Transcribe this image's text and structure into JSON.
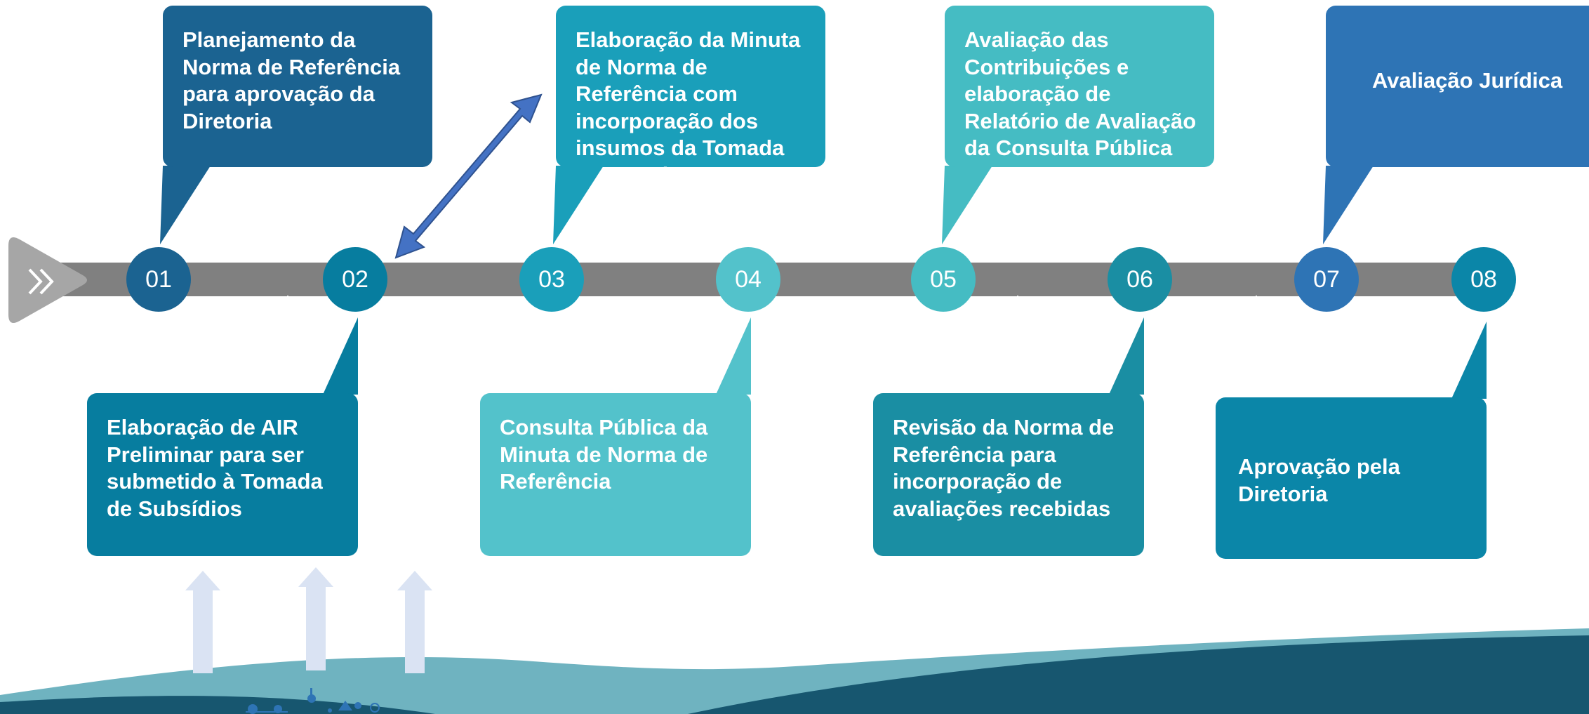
{
  "colors": {
    "timeline_bar": "#808080",
    "start_arrow": "#a6a6a6",
    "step_01": "#1b6391",
    "step_02": "#077d9f",
    "step_03": "#1a9fba",
    "step_04": "#53c2cb",
    "step_05": "#45bcc3",
    "step_06": "#1a8ea3",
    "step_07": "#2e74b5",
    "step_08": "#0b86a8",
    "double_arrow": "#4472c4",
    "up_arrows": "#dae3f3",
    "wave_dark": "#17566f",
    "wave_light": "#6fb3c0"
  },
  "timeline": {
    "start_icon": "double-chevron-right-icon",
    "steps": [
      {
        "number": "01",
        "position": "above",
        "text": "Planejamento da Norma de Referência para aprovação da Diretoria"
      },
      {
        "number": "02",
        "position": "below",
        "text": "Elaboração de AIR Preliminar para ser submetido à Tomada de Subsídios"
      },
      {
        "number": "03",
        "position": "above",
        "text": "Elaboração da Minuta de Norma de Referência com incorporação dos insumos da Tomada de Subsídios"
      },
      {
        "number": "04",
        "position": "below",
        "text": "Consulta Pública da Minuta de Norma de Referência"
      },
      {
        "number": "05",
        "position": "above",
        "text": "Avaliação das Contribuições e elaboração de Relatório de Avaliação da Consulta Pública"
      },
      {
        "number": "06",
        "position": "below",
        "text": "Revisão da Norma de Referência para incorporação de avaliações recebidas"
      },
      {
        "number": "07",
        "position": "above",
        "text": "Avaliação Jurídica"
      },
      {
        "number": "08",
        "position": "below",
        "text": "Aprovação pela Diretoria"
      }
    ]
  }
}
